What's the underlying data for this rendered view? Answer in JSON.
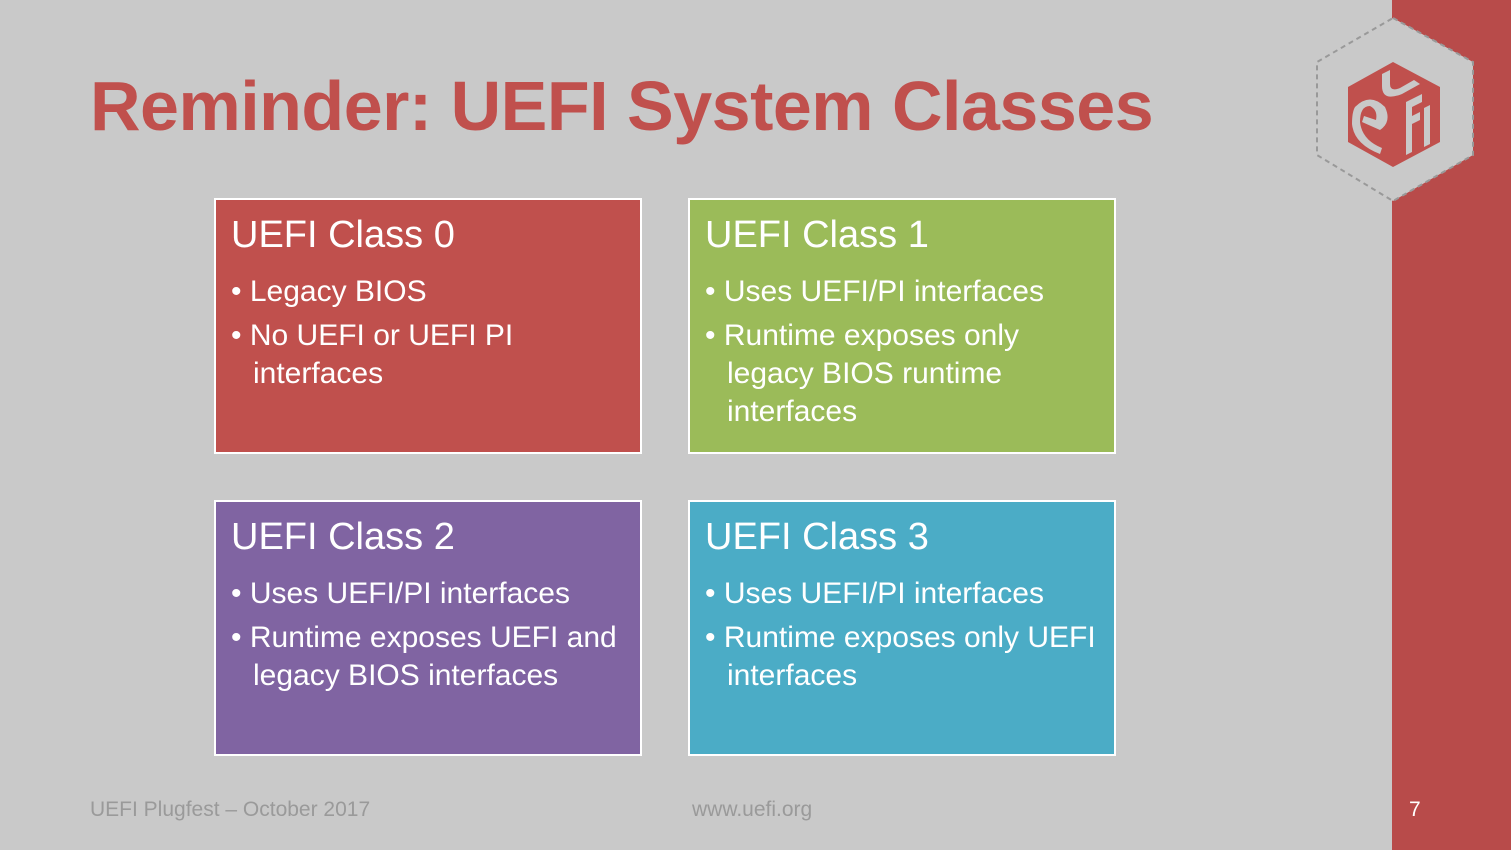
{
  "title": "Reminder: UEFI System Classes",
  "boxes": [
    {
      "heading": "UEFI Class 0",
      "color": "#c0504d",
      "bullets": [
        "Legacy BIOS",
        "No UEFI or UEFI PI interfaces"
      ]
    },
    {
      "heading": "UEFI Class 1",
      "color": "#9bbb59",
      "bullets": [
        "Uses UEFI/PI interfaces",
        "Runtime exposes only legacy BIOS runtime interfaces"
      ]
    },
    {
      "heading": "UEFI Class 2",
      "color": "#8064a2",
      "bullets": [
        "Uses UEFI/PI interfaces",
        "Runtime exposes UEFI and legacy BIOS interfaces"
      ]
    },
    {
      "heading": "UEFI Class 3",
      "color": "#4bacc6",
      "bullets": [
        "Uses UEFI/PI interfaces",
        "Runtime exposes only UEFI interfaces"
      ]
    }
  ],
  "footer": {
    "left": "UEFI Plugfest – October 2017",
    "center": "www.uefi.org",
    "page": "7"
  },
  "logo": {
    "text": "uefi"
  }
}
